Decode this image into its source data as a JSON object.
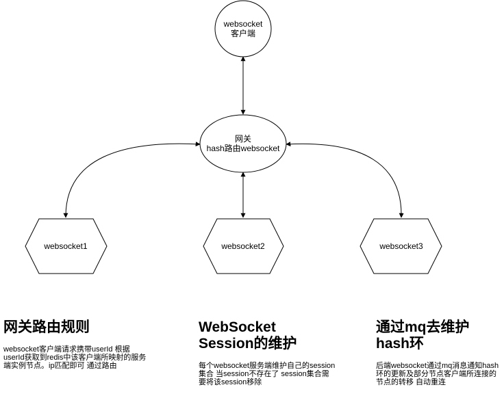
{
  "nodes": {
    "client": {
      "lines": [
        "websocket",
        "客户端"
      ]
    },
    "gateway": {
      "lines": [
        "网关",
        "hash路由websocket"
      ]
    },
    "ws1": {
      "label": "websocket1"
    },
    "ws2": {
      "label": "websocket2"
    },
    "ws3": {
      "label": "websocket3"
    }
  },
  "sections": [
    {
      "title": "网关路由规则",
      "body": "websocket客户端请求携带userId 根据userId获取到redis中该客户端所映射的服务端实例节点。ip匹配即可 通过路由"
    },
    {
      "title": "WebSocket\nSession的维护",
      "body": "每个websocket服务端维护自己的session 集合 当session不存在了 session集合需要将该session移除"
    },
    {
      "title": "通过mq去维护\nhash环",
      "body": "后端websocket通过mq消息通知hash环的更新及部分节点客户端所连接的节点的转移 自动重连"
    }
  ]
}
